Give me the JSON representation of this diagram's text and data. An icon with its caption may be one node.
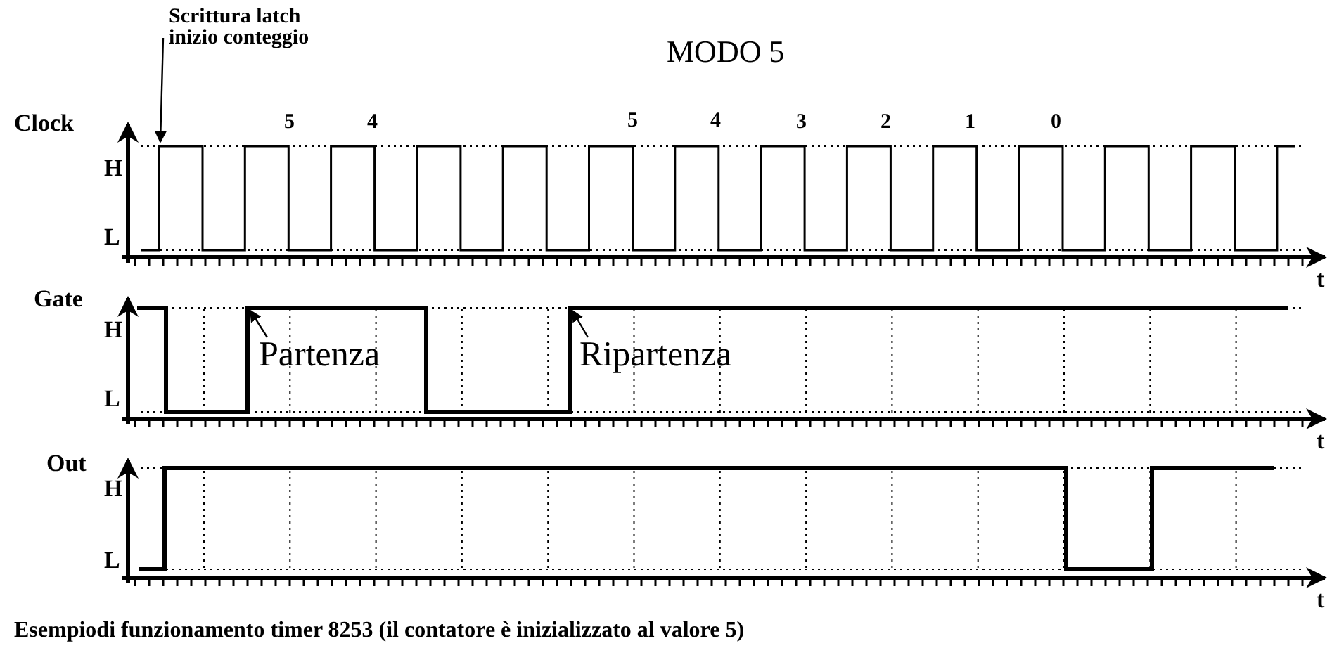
{
  "diagram": {
    "title": "MODO 5",
    "caption": "Esempiodi funzionamento timer 8253 (il contatore è inizializzato al valore 5)",
    "nodes": [
      {
        "text": [
          "Scrittura latch inizio conteggio"
        ]
      },
      {
        "text": [
          "Partenza"
        ]
      },
      {
        "text": [
          "Ripartenza"
        ]
      },
      {
        "text": [],
        "shape": "picture"
      },
      {
        "text": [],
        "shape": "bar"
      },
      {
        "text": [],
        "shape": "bar"
      }
    ],
    "edges": [
      {
        "from": 0,
        "to": 3,
        "arrow": "to"
      },
      {
        "from": 1,
        "to": 4,
        "arrow": "to"
      },
      {
        "from": 2,
        "to": 5,
        "arrow": "to"
      }
    ],
    "labels": [
      "Clock",
      "5",
      "4",
      "5",
      "4",
      "3",
      "2",
      "1",
      "0",
      "H",
      "L",
      "t",
      "Gate",
      "H",
      "L",
      "t",
      "Out",
      "H",
      "L",
      "t"
    ]
  }
}
